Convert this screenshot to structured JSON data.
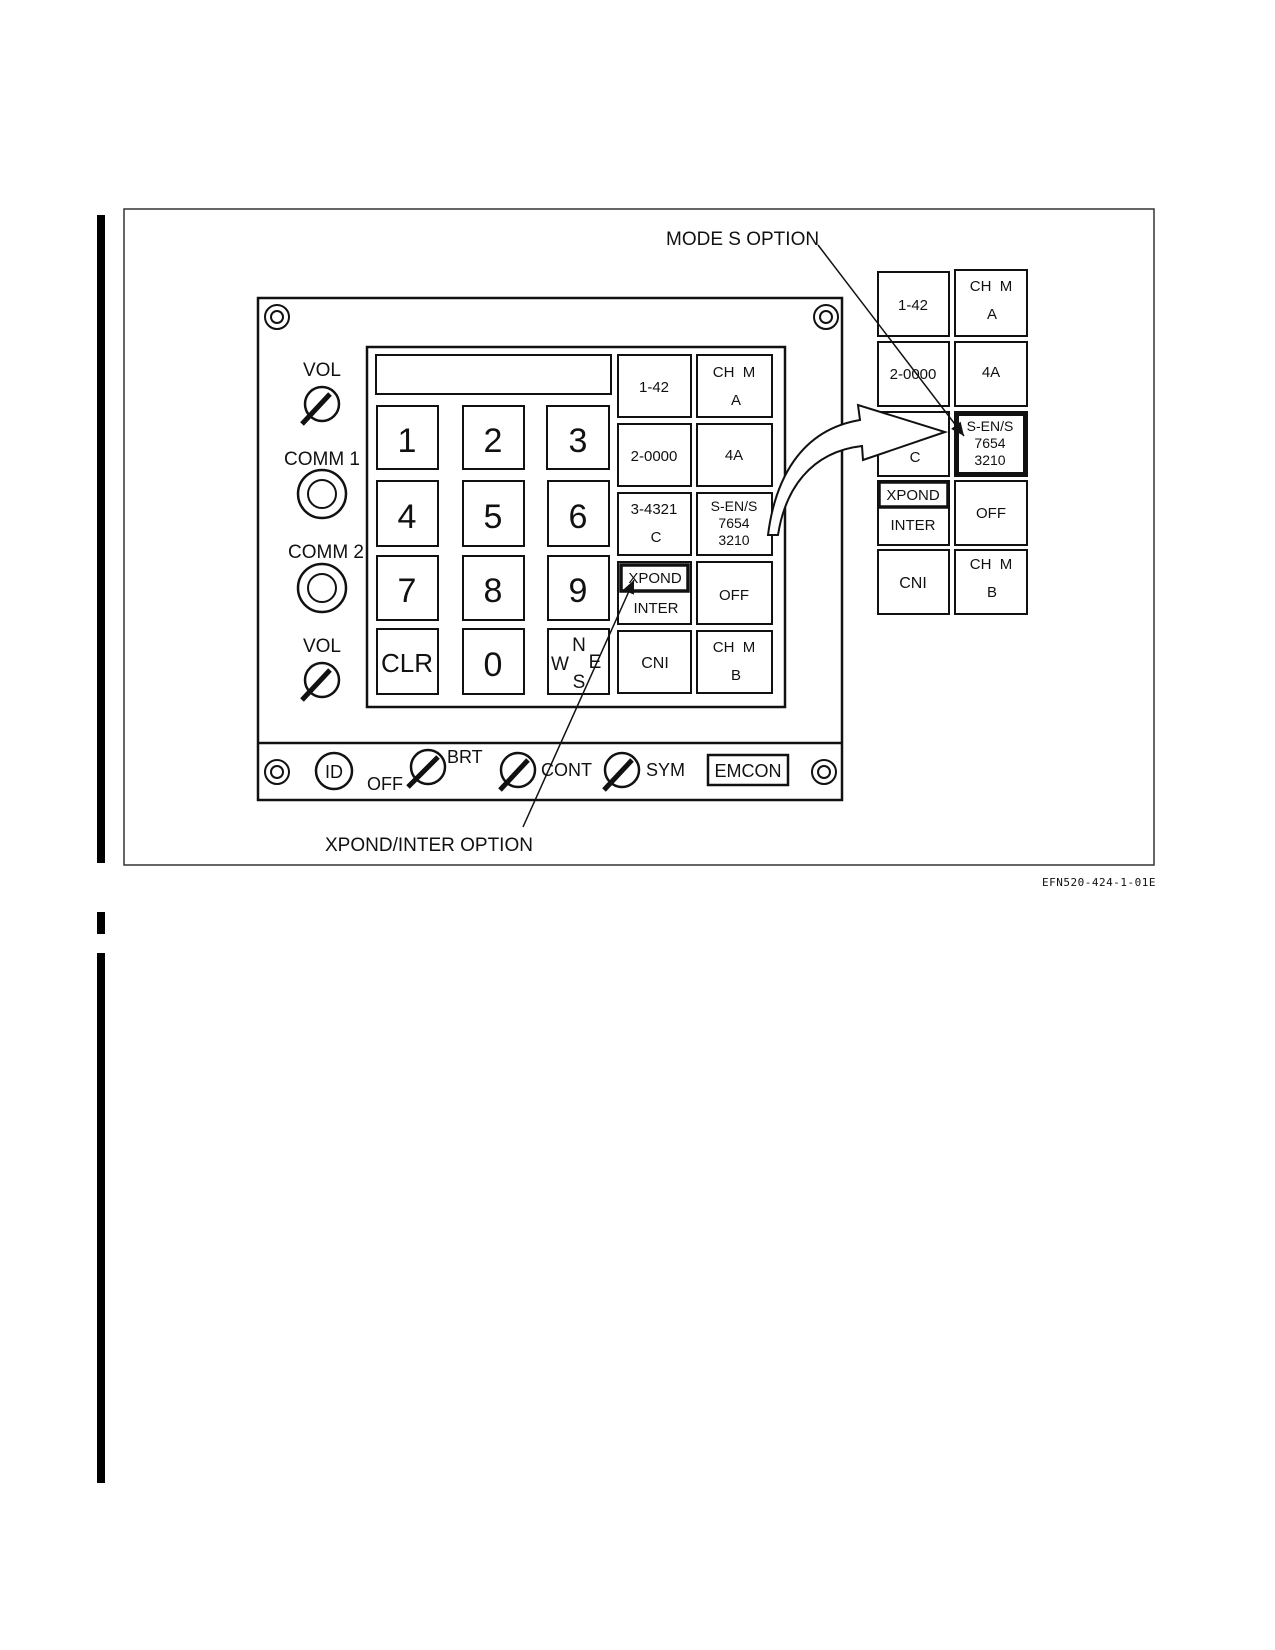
{
  "callouts": {
    "mode_s": "MODE S OPTION",
    "xpond_inter": "XPOND/INTER OPTION"
  },
  "figure_id": "EFN520-424-1-01E",
  "panel": {
    "left_controls": [
      "VOL",
      "COMM 1",
      "COMM 2",
      "VOL"
    ],
    "keypad": [
      "1",
      "2",
      "3",
      "4",
      "5",
      "6",
      "7",
      "8",
      "9",
      "CLR",
      "0"
    ],
    "compass_key": {
      "n": "N",
      "w": "W",
      "e": "E",
      "s": "S"
    },
    "bottom_row": {
      "id": "ID",
      "off": "OFF",
      "brt": "BRT",
      "cont": "CONT",
      "sym": "SYM",
      "emcon": "EMCON"
    },
    "option_keys": [
      {
        "line1": "1-42",
        "line2": "",
        "line3": ""
      },
      {
        "line1": "CH  M",
        "line2": "A",
        "line3": ""
      },
      {
        "line1": "2-0000",
        "line2": "",
        "line3": ""
      },
      {
        "line1": "4A",
        "line2": "",
        "line3": ""
      },
      {
        "line1": "3-4321",
        "line2": "C",
        "line3": ""
      },
      {
        "line1": "S-EN/S",
        "line2": "7654",
        "line3": "3210"
      },
      {
        "line1": "XPOND",
        "line2": "INTER",
        "line3": ""
      },
      {
        "line1": "OFF",
        "line2": "",
        "line3": ""
      },
      {
        "line1": "CNI",
        "line2": "",
        "line3": ""
      },
      {
        "line1": "CH  M",
        "line2": "B",
        "line3": ""
      }
    ]
  },
  "detail": {
    "keys": [
      {
        "line1": "1-42",
        "line2": "",
        "line3": ""
      },
      {
        "line1": "CH  M",
        "line2": "A",
        "line3": ""
      },
      {
        "line1": "2-0000",
        "line2": "",
        "line3": ""
      },
      {
        "line1": "4A",
        "line2": "",
        "line3": ""
      },
      {
        "line1": "C",
        "line2": "",
        "line3": ""
      },
      {
        "line1": "S-EN/S",
        "line2": "7654",
        "line3": "3210"
      },
      {
        "line1": "XPOND",
        "line2": "INTER",
        "line3": ""
      },
      {
        "line1": "OFF",
        "line2": "",
        "line3": ""
      },
      {
        "line1": "CNI",
        "line2": "",
        "line3": ""
      },
      {
        "line1": "CH  M",
        "line2": "B",
        "line3": ""
      }
    ]
  }
}
